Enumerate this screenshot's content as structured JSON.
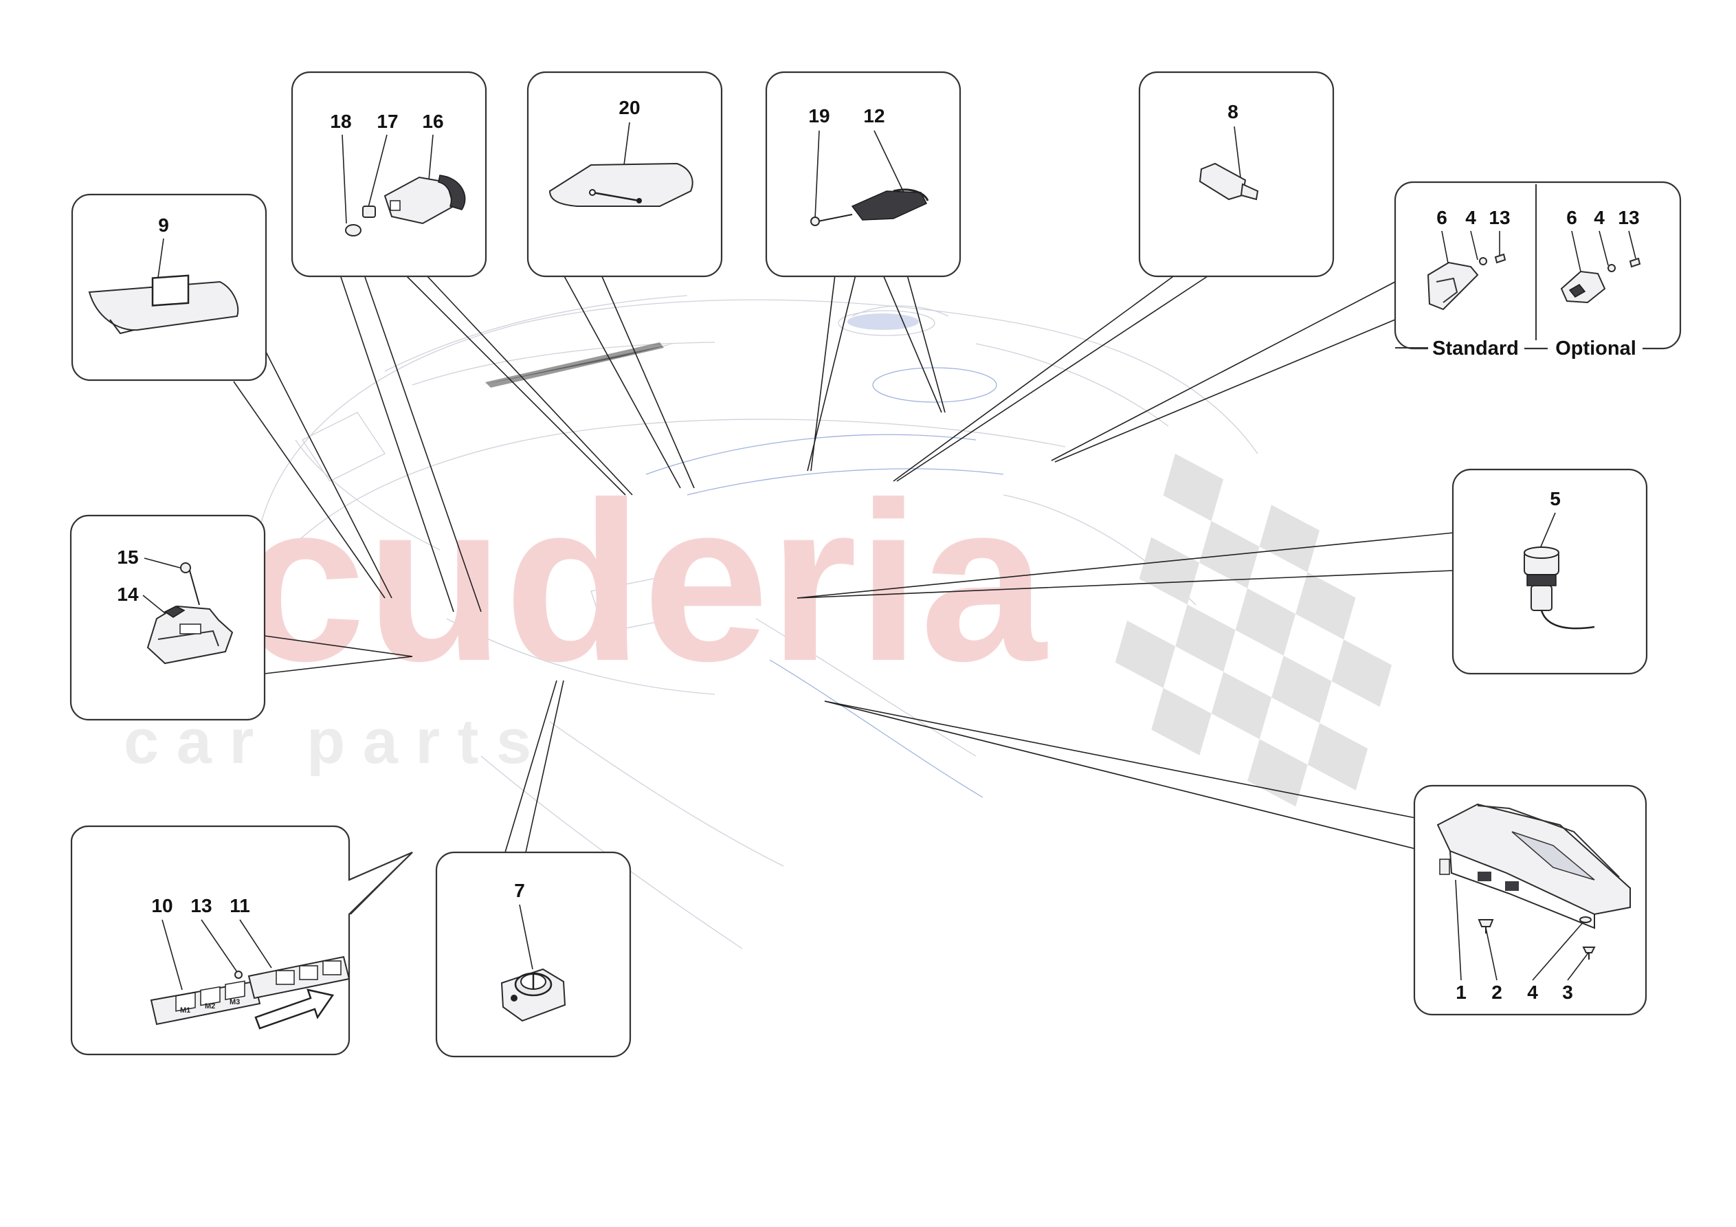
{
  "watermark": {
    "brand": "scuderia",
    "tagline": "c a r   p a r t s"
  },
  "variants": {
    "standard": "Standard",
    "optional": "Optional"
  },
  "callouts": {
    "c9": "9",
    "c18": "18",
    "c17": "17",
    "c16": "16",
    "c20": "20",
    "c19": "19",
    "c12": "12",
    "c8": "8",
    "c6a": "6",
    "c4a": "4",
    "c13a": "13",
    "c6b": "6",
    "c4b": "4",
    "c13b": "13",
    "c15": "15",
    "c14": "14",
    "c5": "5",
    "c7": "7",
    "c10": "10",
    "c13c": "13",
    "c11": "11",
    "c1": "1",
    "c2": "2",
    "c4c": "4",
    "c3": "3"
  },
  "button_legends": {
    "m1": "M1",
    "m2": "M2",
    "m3": "M3"
  },
  "colors": {
    "watermark_red": "#f6d3d3",
    "checker_grey": "#e2e2e2",
    "frame": "#333333"
  }
}
